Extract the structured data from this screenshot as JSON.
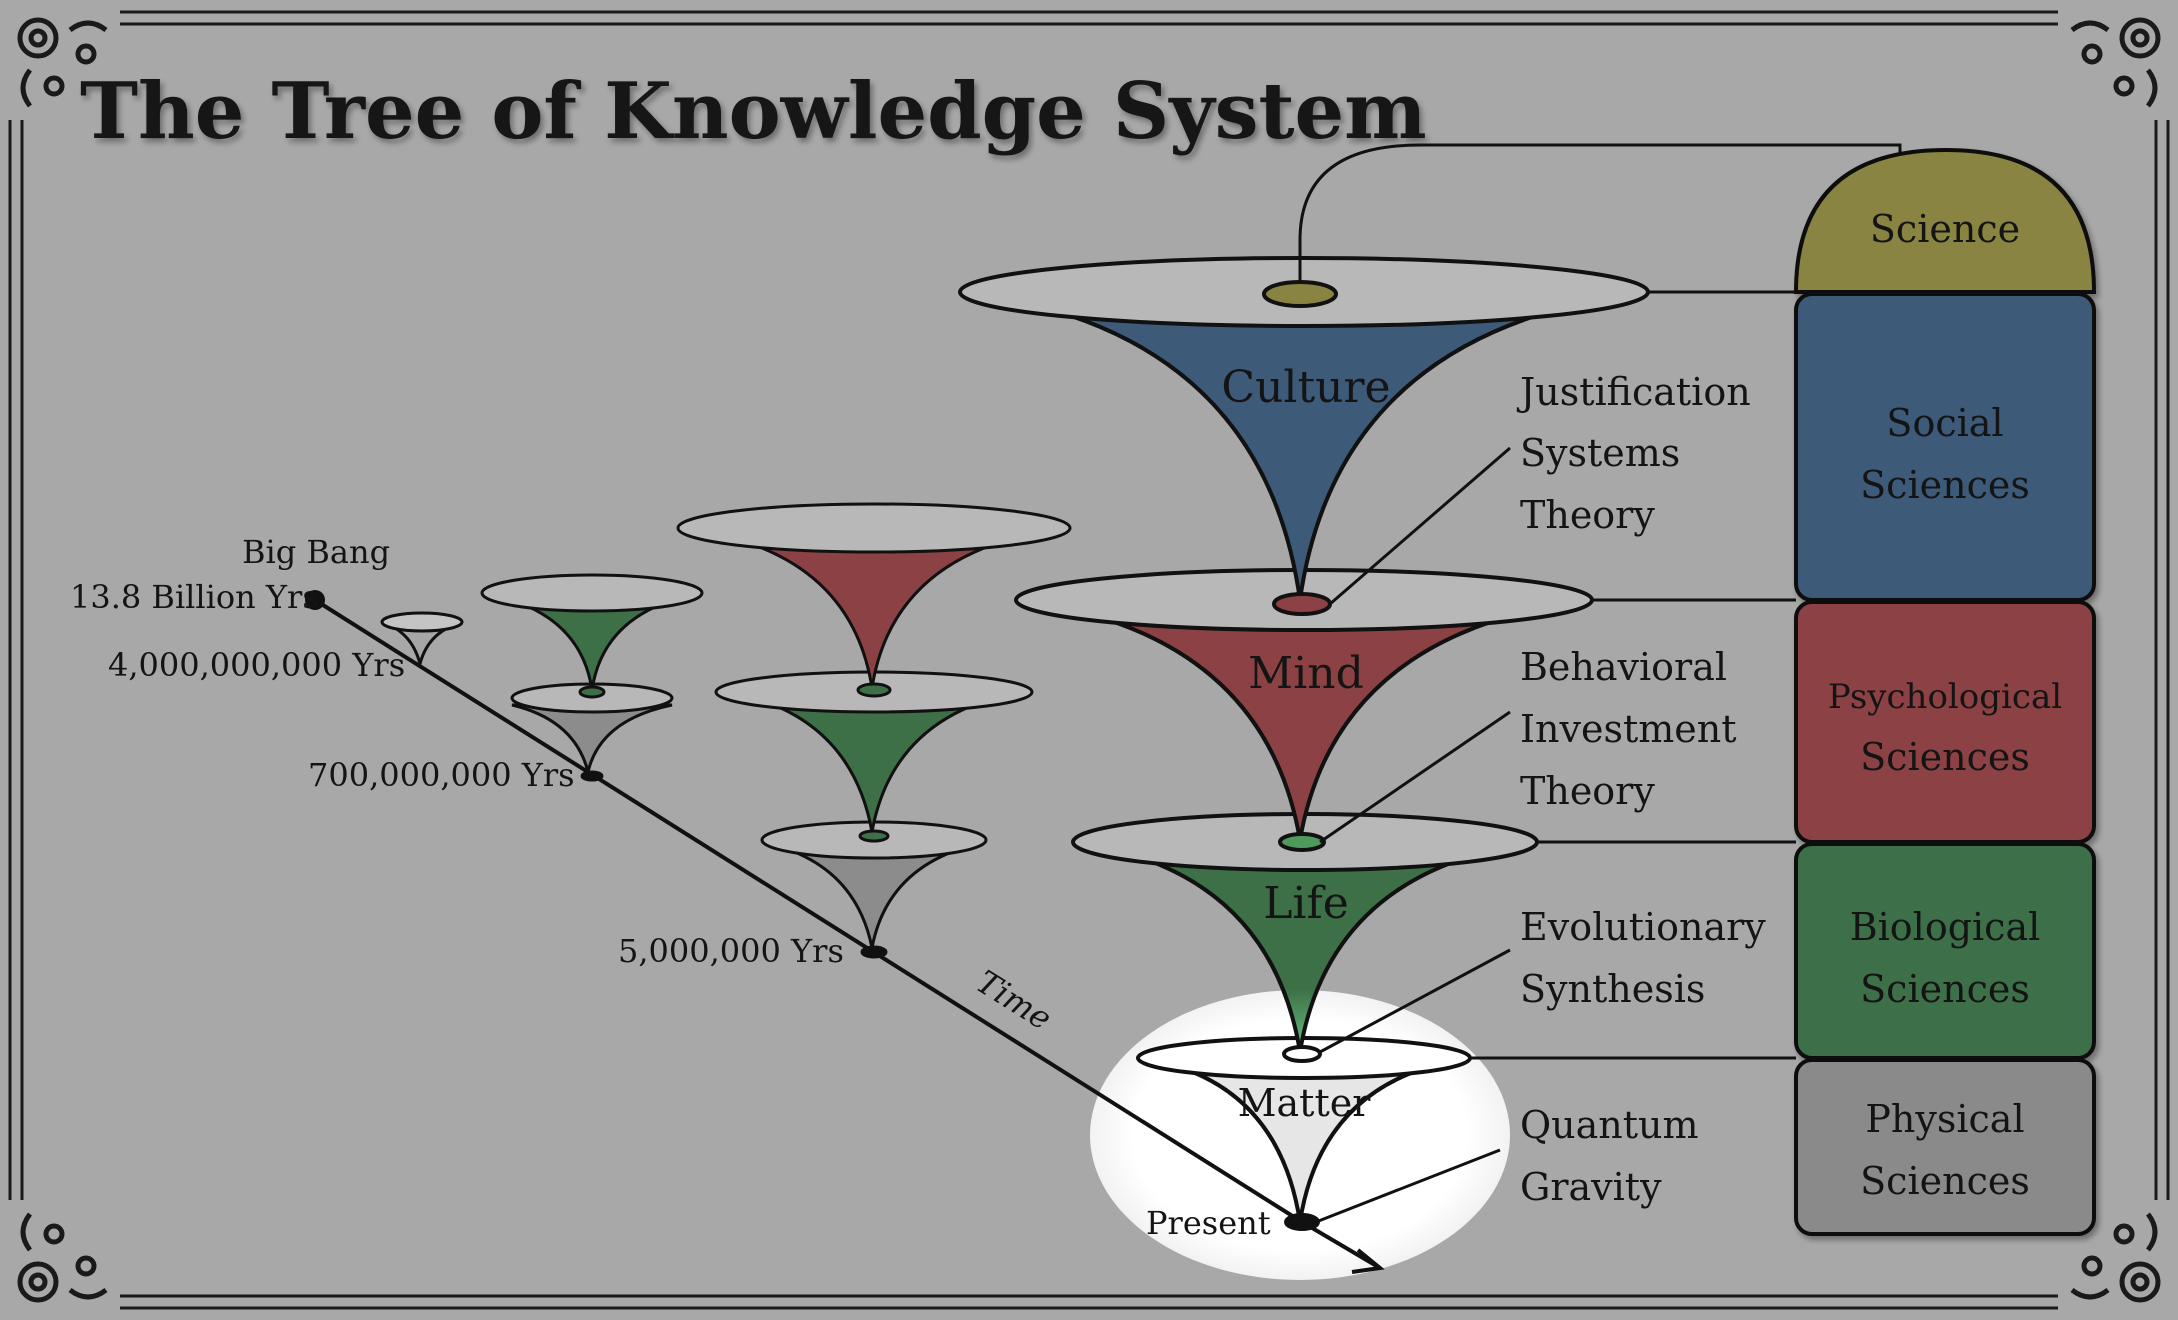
{
  "title": "The Tree of Knowledge System",
  "timeline": {
    "big_bang": "Big Bang",
    "big_bang_age": "13.8 Billion Yrs",
    "t1": "4,000,000,000 Yrs",
    "t2": "700,000,000 Yrs",
    "t3": "5,000,000 Yrs",
    "axis": "Time",
    "present": "Present"
  },
  "cones": {
    "culture": "Culture",
    "mind": "Mind",
    "life": "Life",
    "matter": "Matter"
  },
  "theories": {
    "jst": [
      "Justification",
      "Systems",
      "Theory"
    ],
    "bit": [
      "Behavioral",
      "Investment",
      "Theory"
    ],
    "evo": [
      "Evolutionary",
      "Synthesis"
    ],
    "qg": [
      "Quantum",
      "Gravity"
    ]
  },
  "sciences": {
    "science": "Science",
    "social": [
      "Social",
      "Sciences"
    ],
    "psych": [
      "Psychological",
      "Sciences"
    ],
    "bio": [
      "Biological",
      "Sciences"
    ],
    "phys": [
      "Physical",
      "Sciences"
    ]
  },
  "colors": {
    "background": "#a8a8a8",
    "culture_blue": "#3d5a78",
    "mind_red": "#8c4244",
    "life_green": "#3e7048",
    "matter_gray": "#8a8a8a",
    "science_olive": "#8a8442",
    "highlight": "#ffffff"
  },
  "icons": [
    "ornament-top-left-icon",
    "ornament-top-right-icon",
    "ornament-bottom-left-icon",
    "ornament-bottom-right-icon"
  ]
}
